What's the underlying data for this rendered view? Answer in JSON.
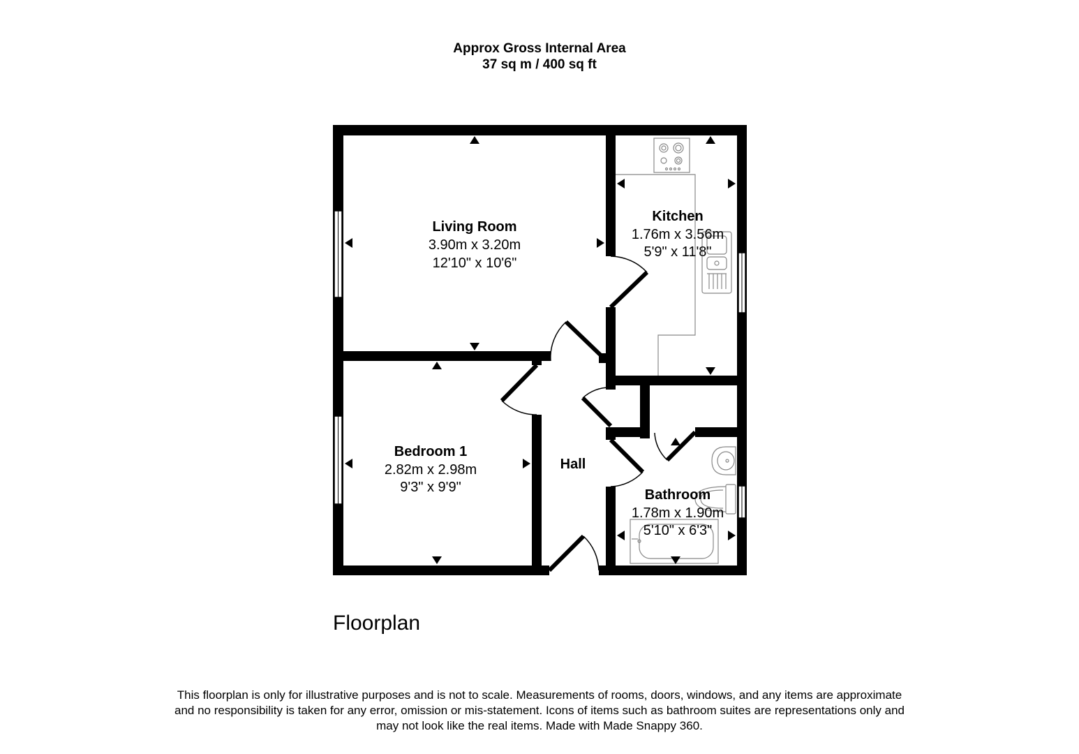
{
  "header": {
    "title": "Approx Gross Internal Area",
    "area": "37 sq m / 400 sq ft"
  },
  "rooms": {
    "living_room": {
      "name": "Living Room",
      "metric": "3.90m x 3.20m",
      "imperial": "12'10\" x 10'6\""
    },
    "kitchen": {
      "name": "Kitchen",
      "metric": "1.76m x 3.56m",
      "imperial": "5'9\" x 11'8\""
    },
    "bedroom": {
      "name": "Bedroom 1",
      "metric": "2.82m x 2.98m",
      "imperial": "9'3\" x 9'9\""
    },
    "hall": {
      "name": "Hall"
    },
    "bathroom": {
      "name": "Bathroom",
      "metric": "1.78m x 1.90m",
      "imperial": "5'10\" x 6'3\""
    }
  },
  "floor_label": "Floorplan",
  "disclaimer": {
    "line1": "This floorplan is only for illustrative purposes and is not to scale. Measurements of rooms, doors, windows, and any items are approximate",
    "line2": "and no responsibility is taken for any error, omission or mis-statement. Icons of items such as bathroom suites are representations only and",
    "line3": "may not look like the real items. Made with Made Snappy 360."
  },
  "colors": {
    "wall": "#000000",
    "fixture_stroke": "#888888",
    "background": "#ffffff"
  }
}
